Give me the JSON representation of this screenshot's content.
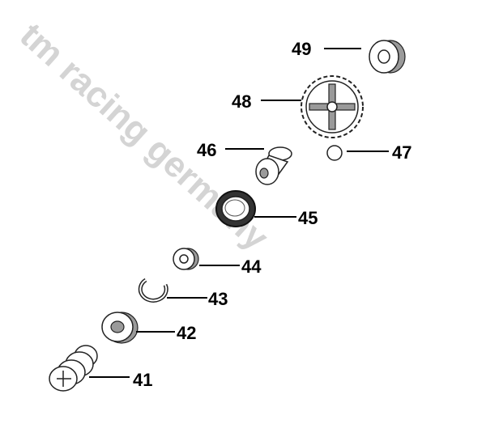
{
  "watermark": "tm racing germany",
  "callouts": [
    {
      "number": "49",
      "part": "washer-top"
    },
    {
      "number": "48",
      "part": "gear"
    },
    {
      "number": "46",
      "part": "bushing"
    },
    {
      "number": "47",
      "part": "ball"
    },
    {
      "number": "45",
      "part": "seal-ring"
    },
    {
      "number": "44",
      "part": "washer"
    },
    {
      "number": "43",
      "part": "circlip"
    },
    {
      "number": "42",
      "part": "bearing-washer"
    },
    {
      "number": "41",
      "part": "spring-assembly"
    }
  ]
}
